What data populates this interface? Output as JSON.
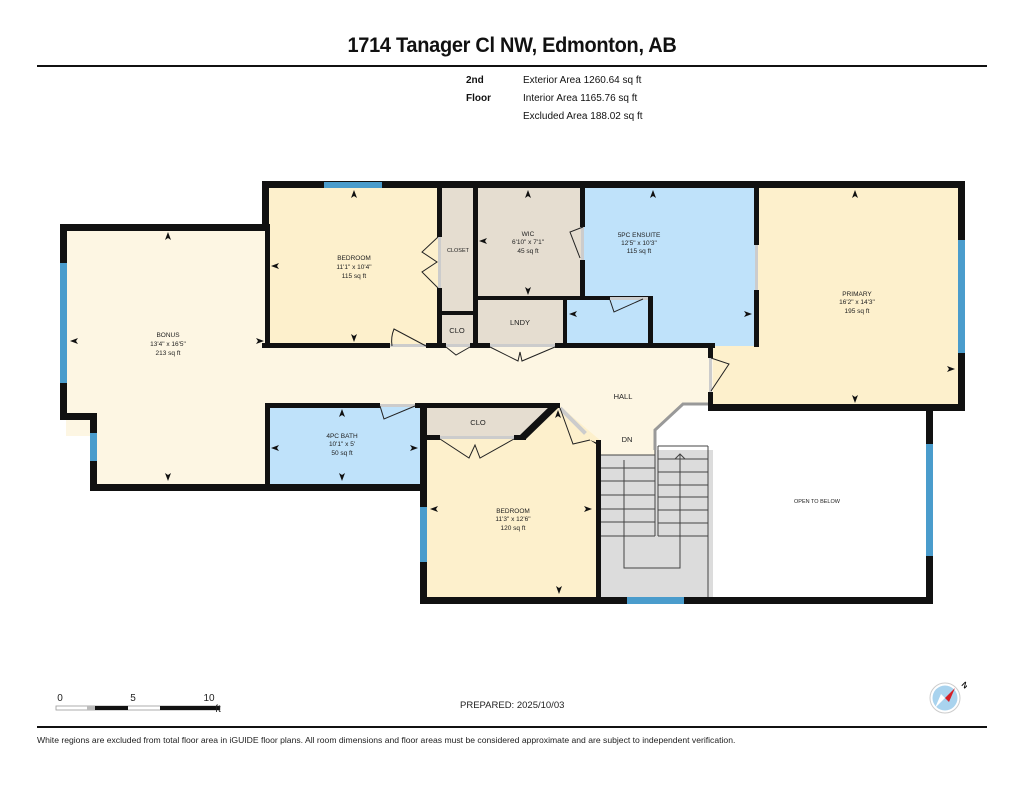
{
  "header": {
    "title": "1714 Tanager Cl NW, Edmonton, AB"
  },
  "areas": {
    "floor": "2nd Floor",
    "exterior": "Exterior Area 1260.64 sq ft",
    "interior": "Interior Area 1165.76 sq ft",
    "excluded": "Excluded Area 188.02 sq ft"
  },
  "colors": {
    "bedroom": "#fdf0cc",
    "hall": "#fdf6e3",
    "bath": "#bfe2fa",
    "closet": "#e5ddd0",
    "stairs": "#dcdcdc",
    "window": "#4a9ccc",
    "wall": "#111111"
  },
  "rooms": {
    "bonus": {
      "name": "BONUS",
      "dims": "13'4\" x 16'5\"",
      "area": "213 sq ft"
    },
    "bedroom1": {
      "name": "BEDROOM",
      "dims": "11'1\" x 10'4\"",
      "area": "115 sq ft"
    },
    "closet": {
      "name": "CLOSET"
    },
    "wic": {
      "name": "WIC",
      "dims": "6'10\" x 7'1\"",
      "area": "45 sq ft"
    },
    "ensuite": {
      "name": "5PC ENSUITE",
      "dims": "12'5\" x 10'3\"",
      "area": "115 sq ft"
    },
    "primary": {
      "name": "PRIMARY",
      "dims": "16'2\" x 14'3\"",
      "area": "195 sq ft"
    },
    "clo1": {
      "name": "CLO"
    },
    "lndy": {
      "name": "LNDY"
    },
    "hall": {
      "name": "HALL"
    },
    "bath4": {
      "name": "4PC BATH",
      "dims": "10'1\" x 5'",
      "area": "50 sq ft"
    },
    "clo2": {
      "name": "CLO"
    },
    "bedroom2": {
      "name": "BEDROOM",
      "dims": "11'3\" x 12'6\"",
      "area": "120 sq ft"
    },
    "stairs": {
      "name": "DN"
    },
    "open": {
      "name": "OPEN TO BELOW"
    }
  },
  "scale": {
    "ticks": [
      "0",
      "5",
      "10"
    ],
    "unit": "ft"
  },
  "footer": {
    "prepared": "PREPARED: 2025/10/03",
    "disclaimer": "White regions are excluded from total floor area in iGUIDE floor plans. All room dimensions and floor areas must be considered approximate and are subject to independent verification.",
    "compass_label": "N"
  }
}
